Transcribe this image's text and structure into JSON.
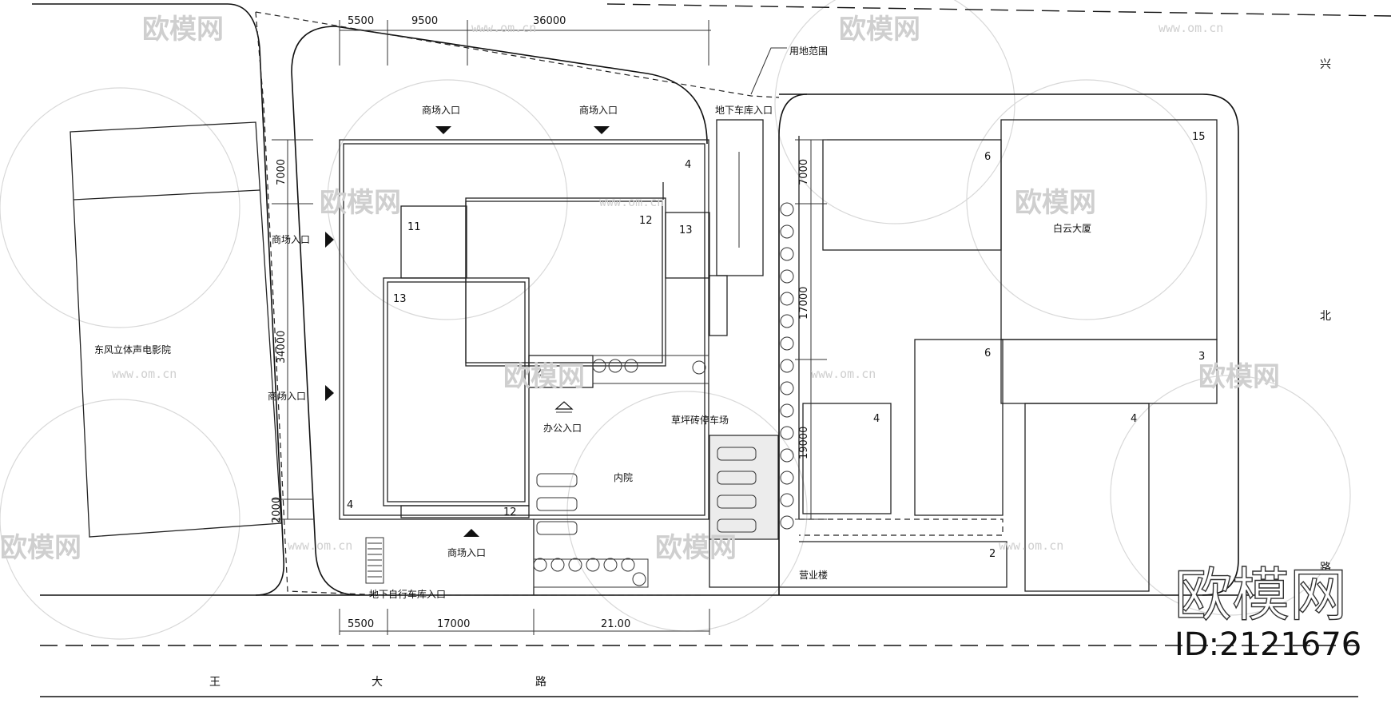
{
  "labels": {
    "mall_entrance": "商场入口",
    "underground_garage_entrance": "地下车库入口",
    "site_boundary": "用地范围",
    "office_entrance": "办公入口",
    "inner_courtyard": "内院",
    "grass_brick_parking": "草坪砖停车场",
    "underground_bike_entrance": "地下自行车库入口",
    "neighbor_west": "东风立体声电影院",
    "neighbor_east_tower": "白云大厦",
    "neighbor_south_building": "营业楼",
    "road_south_1": "王",
    "road_south_2": "大",
    "road_south_3": "路",
    "road_east_1": "兴",
    "road_east_2": "北",
    "road_east_3": "路"
  },
  "dimensions": {
    "top_1": "5500",
    "top_2": "9500",
    "top_3": "36000",
    "bottom_1": "5500",
    "bottom_2": "17000",
    "bottom_3": "21.00",
    "left_1": "7000",
    "left_2": "34000",
    "left_3": "2000",
    "right_1": "7000",
    "right_2": "17000",
    "right_3": "19000"
  },
  "floor_numbers": {
    "main_top": "4",
    "block_11": "11",
    "block_12": "12",
    "block_13_small": "13",
    "block_13": "13",
    "block_2": "2",
    "block_12_bottom": "12",
    "main_bottom_left": "4",
    "east_6_top": "6",
    "east_15": "15",
    "east_6_mid": "6",
    "east_3": "3",
    "east_4_left": "4",
    "east_4_right": "4",
    "south_2": "2"
  },
  "watermark": {
    "brand": "欧模网",
    "url": "www.om.cn",
    "id": "ID:2121676"
  }
}
